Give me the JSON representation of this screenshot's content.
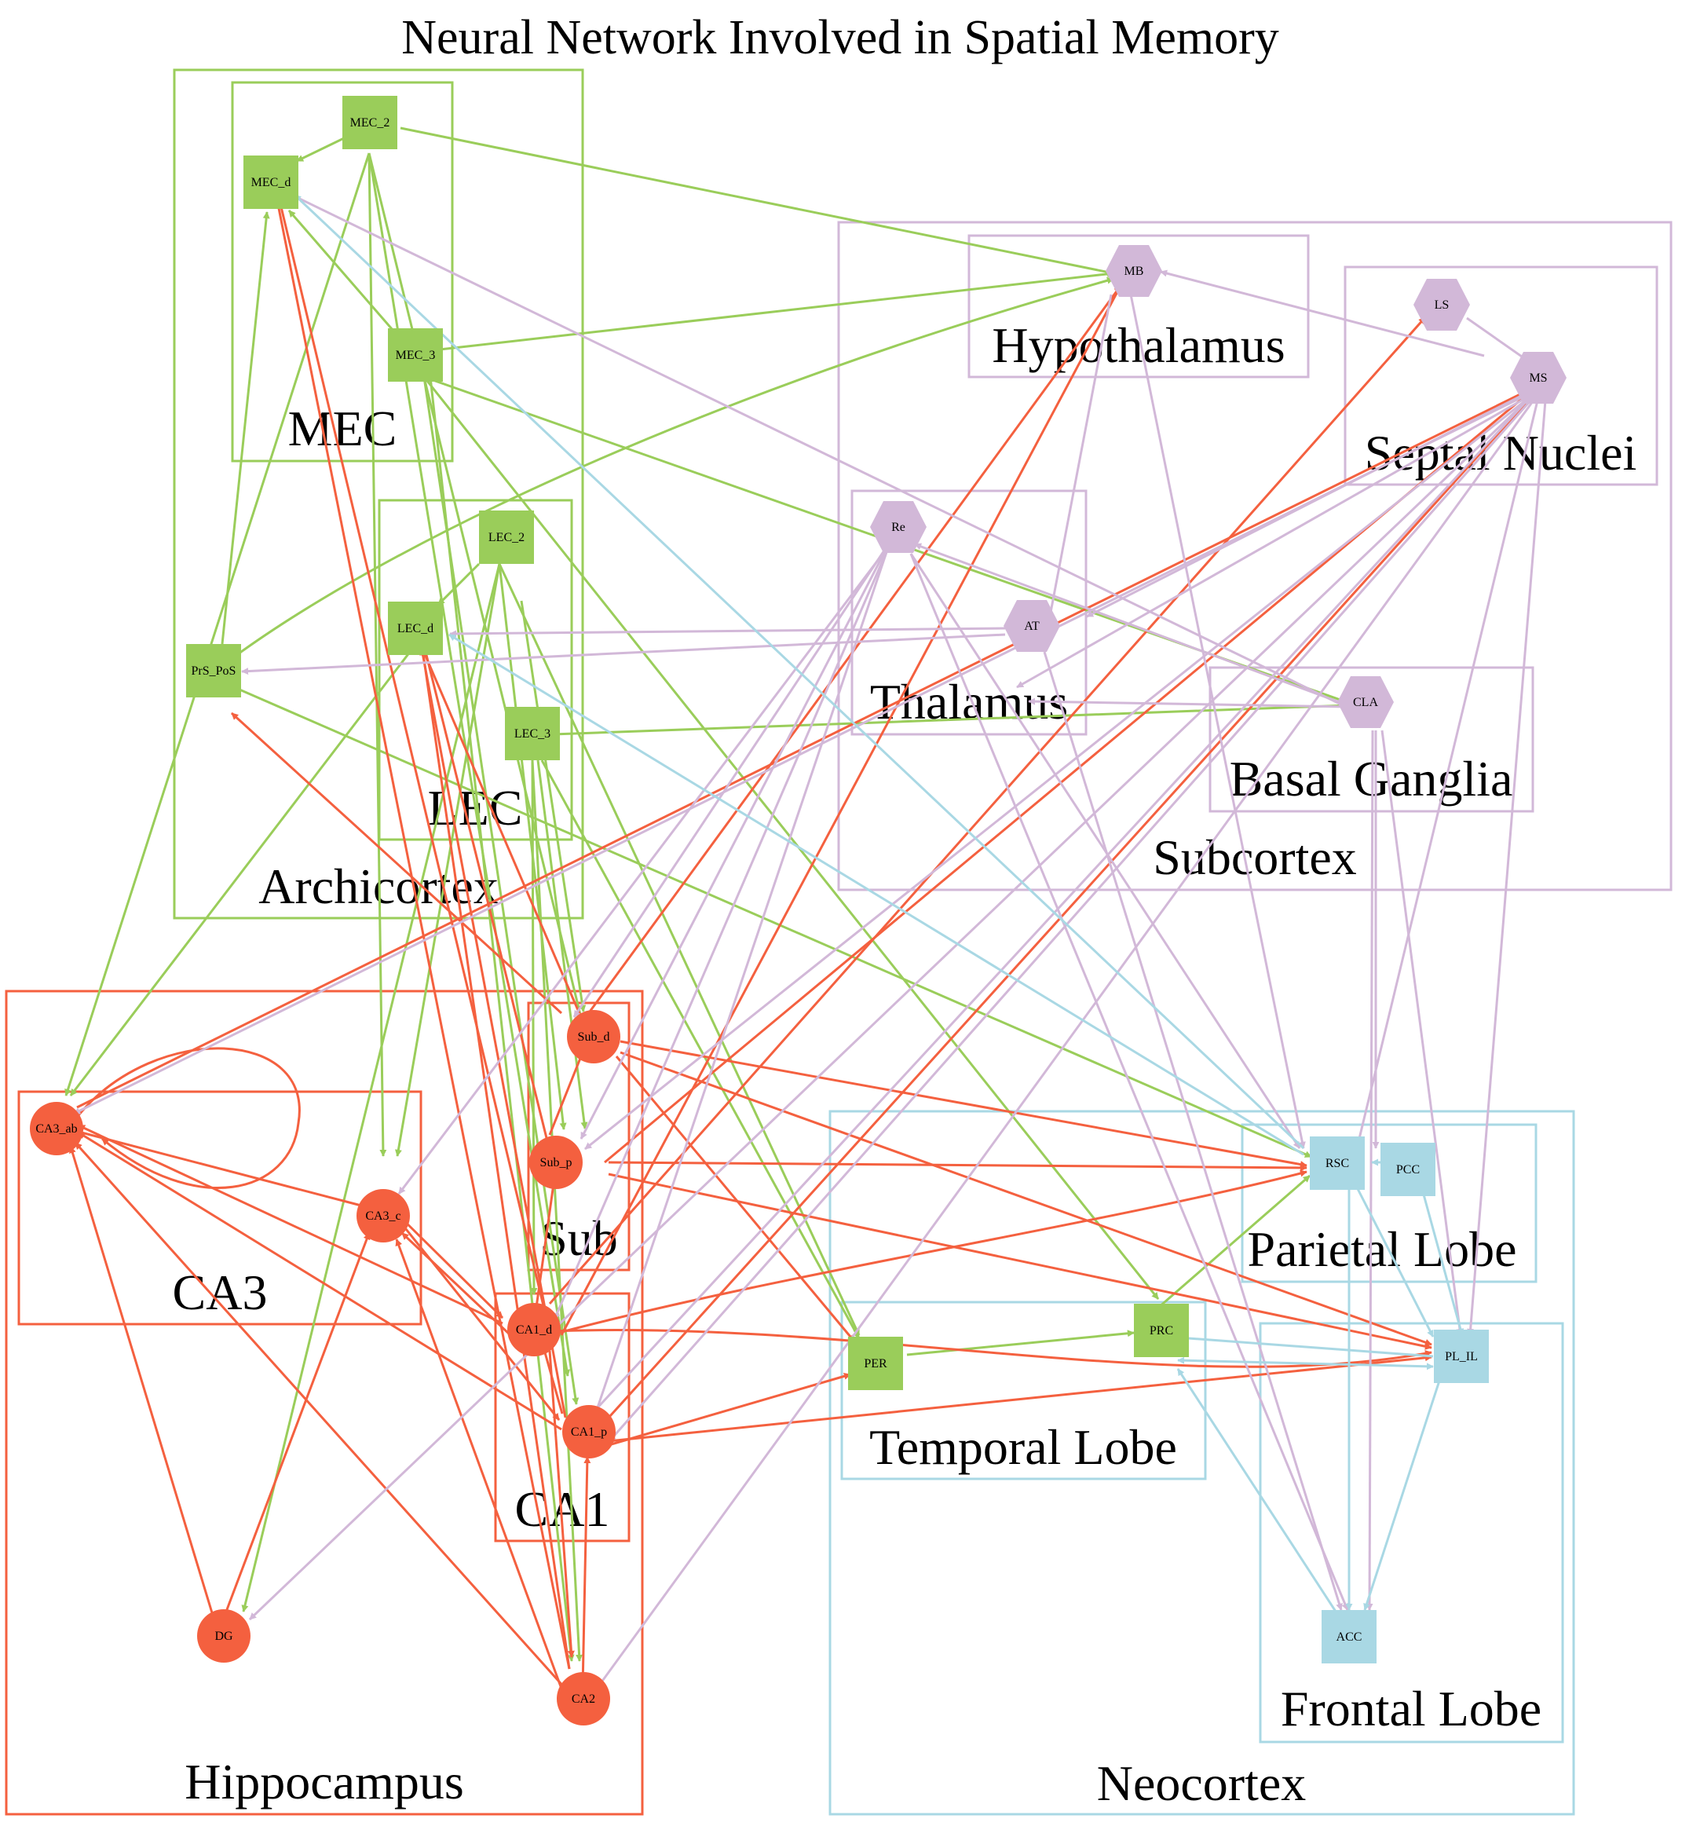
{
  "title": "Neural Network Involved in Spatial Memory",
  "colors": {
    "archicortex": "#9ACD5A",
    "hippocampus": "#F4603F",
    "subcortex": "#D2B8D8",
    "neocortex": "#A9D8E4"
  },
  "clusters": {
    "archicortex": "Archicortex",
    "mec": "MEC",
    "lec": "LEC",
    "hippocampus": "Hippocampus",
    "ca3": "CA3",
    "sub": "Sub",
    "ca1": "CA1",
    "subcortex": "Subcortex",
    "hypothalamus": "Hypothalamus",
    "septal": "Septal Nuclei",
    "thalamus": "Thalamus",
    "basal": "Basal Ganglia",
    "neocortex": "Neocortex",
    "parietal": "Parietal Lobe",
    "temporal": "Temporal Lobe",
    "frontal": "Frontal Lobe"
  },
  "nodes": {
    "MEC_2": "MEC_2",
    "MEC_d": "MEC_d",
    "MEC_3": "MEC_3",
    "LEC_2": "LEC_2",
    "LEC_d": "LEC_d",
    "LEC_3": "LEC_3",
    "PrS_PoS": "PrS_PoS",
    "CA3_ab": "CA3_ab",
    "CA3_c": "CA3_c",
    "DG": "DG",
    "Sub_d": "Sub_d",
    "Sub_p": "Sub_p",
    "CA1_d": "CA1_d",
    "CA1_p": "CA1_p",
    "CA2": "CA2",
    "MB": "MB",
    "LS": "LS",
    "MS": "MS",
    "Re": "Re",
    "AT": "AT",
    "CLA": "CLA",
    "RSC": "RSC",
    "PCC": "PCC",
    "PER": "PER",
    "PRC": "PRC",
    "PL_IL": "PL_IL",
    "ACC": "ACC"
  }
}
